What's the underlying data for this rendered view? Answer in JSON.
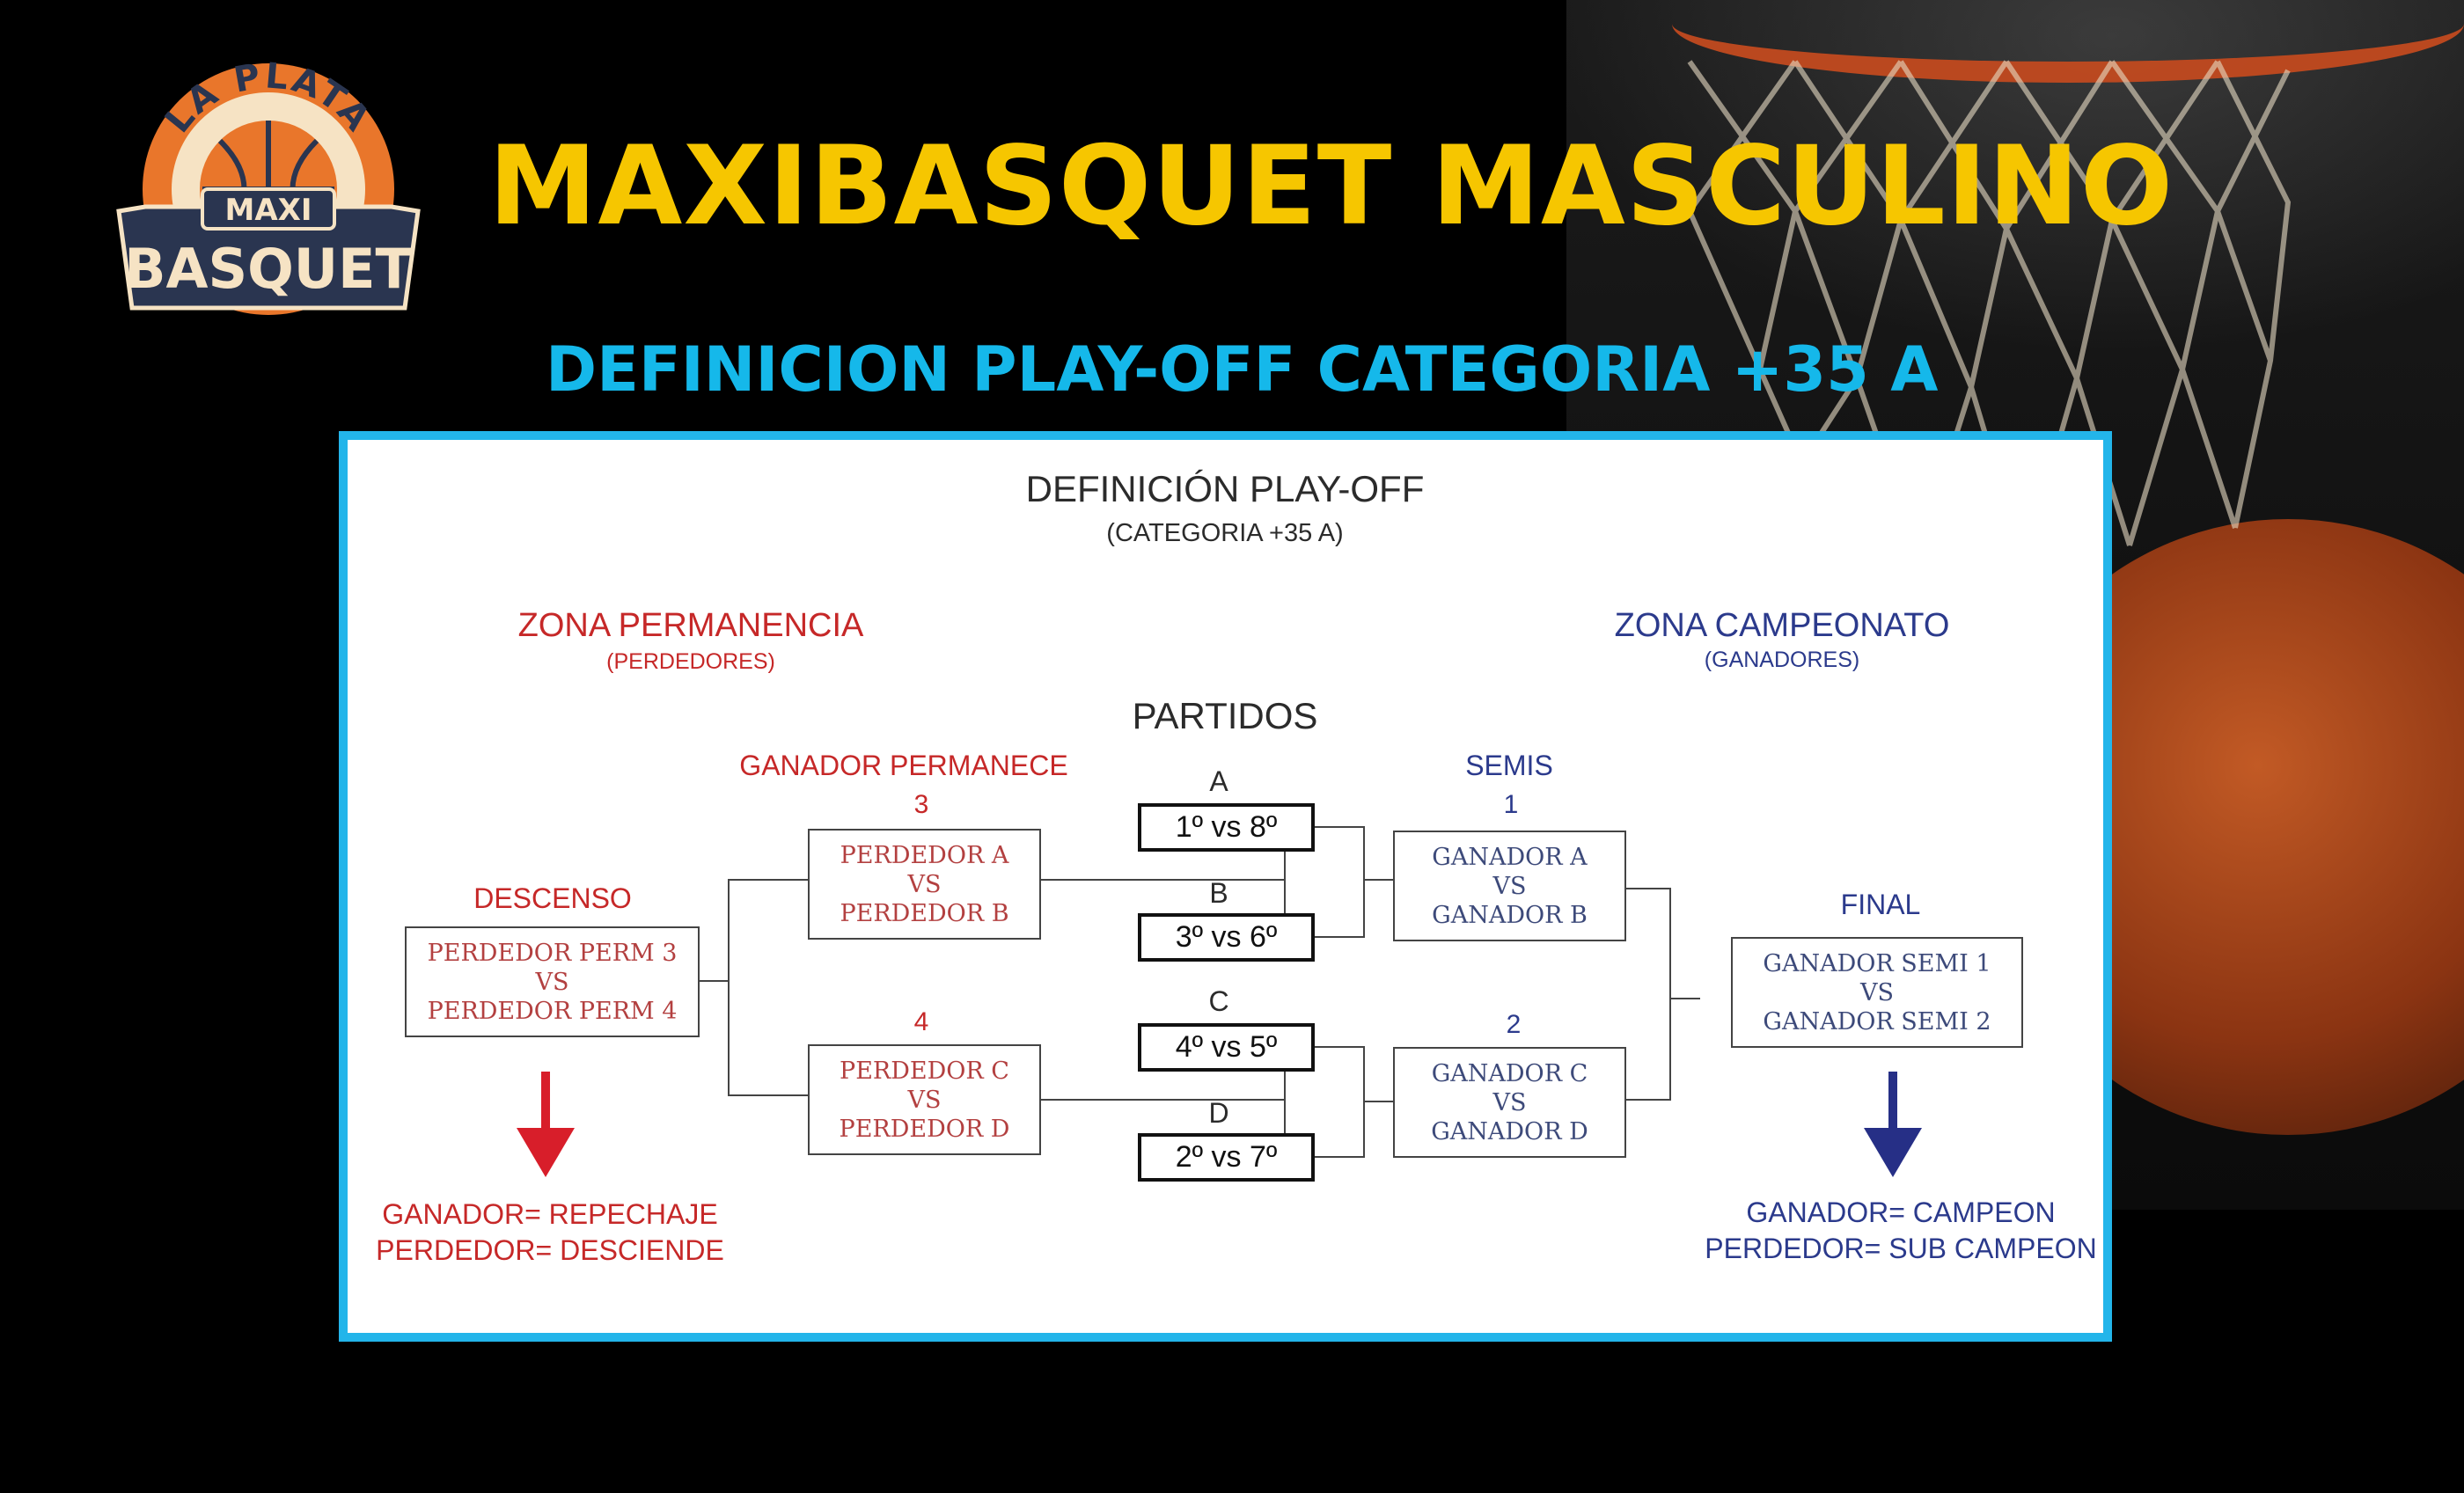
{
  "header": {
    "title": "MAXIBASQUET MASCULINO",
    "subtitle": "DEFINICION PLAY-OFF CATEGORIA +35 A"
  },
  "logo": {
    "line1": "LA PLATA",
    "line2": "MAXI",
    "line3": "BASQUET"
  },
  "diagram": {
    "title": "DEFINICIÓN PLAY-OFF",
    "subtitle": "(CATEGORIA +35 A)",
    "partidos_label": "PARTIDOS",
    "zona_permanencia": {
      "title": "ZONA PERMANENCIA",
      "sub": "(PERDEDORES)"
    },
    "zona_campeonato": {
      "title": "ZONA CAMPEONATO",
      "sub": "(GANADORES)"
    },
    "ganador_permanece": "GANADOR PERMANECE",
    "semis_label": "SEMIS",
    "final_label": "FINAL",
    "descenso_label": "DESCENSO",
    "matches": [
      {
        "letter": "A",
        "text": "1º vs 8º"
      },
      {
        "letter": "B",
        "text": "3º vs 6º"
      },
      {
        "letter": "C",
        "text": "4º vs 5º"
      },
      {
        "letter": "D",
        "text": "2º vs 7º"
      }
    ],
    "perm3": {
      "num": "3",
      "l1": "PERDEDOR A",
      "vs": "VS",
      "l2": "PERDEDOR B"
    },
    "perm4": {
      "num": "4",
      "l1": "PERDEDOR C",
      "vs": "VS",
      "l2": "PERDEDOR D"
    },
    "descenso": {
      "l1": "PERDEDOR PERM 3",
      "vs": "VS",
      "l2": "PERDEDOR PERM 4"
    },
    "semi1": {
      "num": "1",
      "l1": "GANADOR A",
      "vs": "VS",
      "l2": "GANADOR B"
    },
    "semi2": {
      "num": "2",
      "l1": "GANADOR C",
      "vs": "VS",
      "l2": "GANADOR D"
    },
    "final": {
      "l1": "GANADOR SEMI 1",
      "vs": "VS",
      "l2": "GANADOR SEMI 2"
    },
    "result_left": {
      "l1": "GANADOR= REPECHAJE",
      "l2": "PERDEDOR= DESCIENDE"
    },
    "result_right": {
      "l1": "GANADOR= CAMPEON",
      "l2": "PERDEDOR= SUB CAMPEON"
    }
  },
  "colors": {
    "title_yellow": "#f6c600",
    "subtitle_cyan": "#15b8ea",
    "panel_border": "#23b5ea",
    "red": "#c62828",
    "blue": "#2b3a8c"
  }
}
